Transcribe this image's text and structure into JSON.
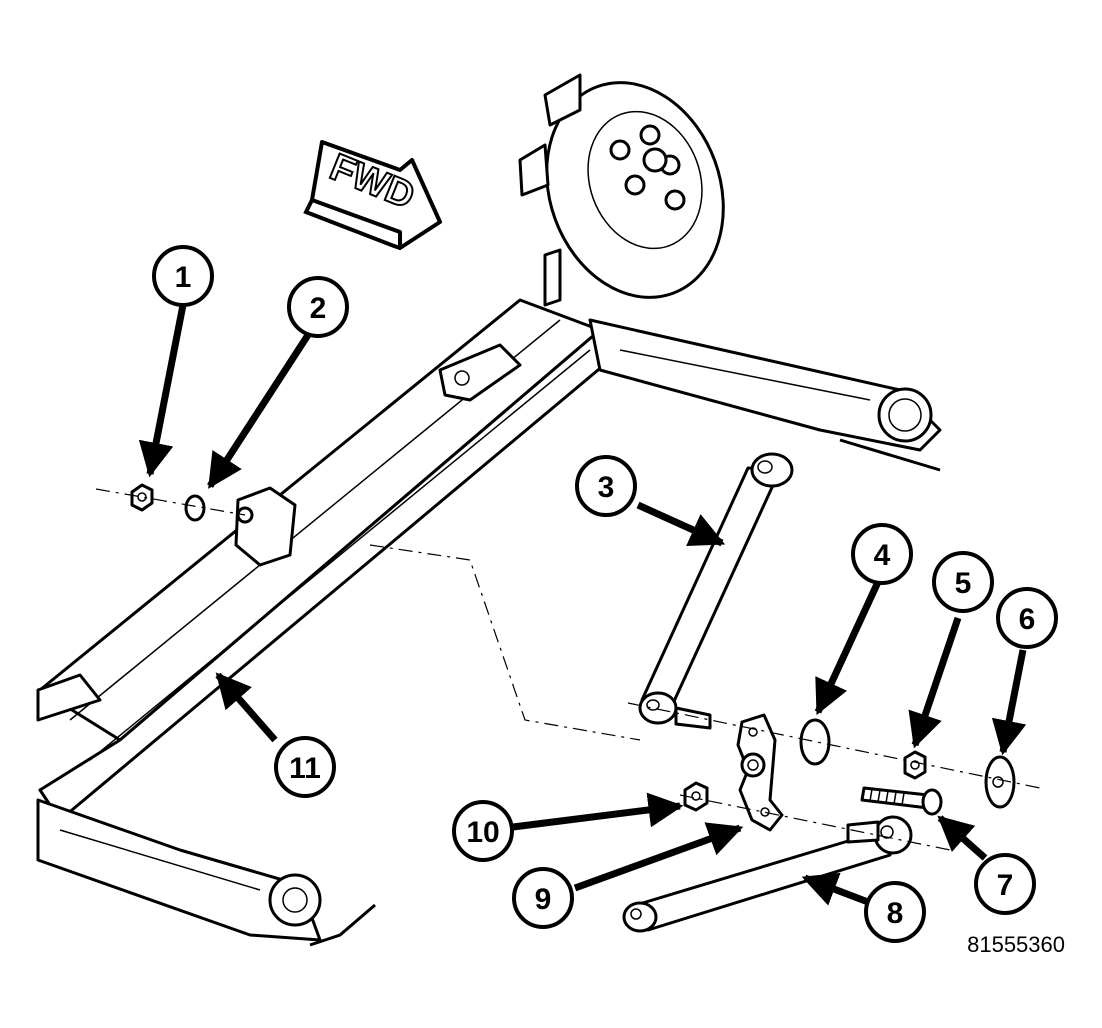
{
  "diagram": {
    "direction_label": "FWD",
    "figure_number": "81555360",
    "callouts": [
      {
        "label": "1"
      },
      {
        "label": "2"
      },
      {
        "label": "3"
      },
      {
        "label": "4"
      },
      {
        "label": "5"
      },
      {
        "label": "6"
      },
      {
        "label": "7"
      },
      {
        "label": "8"
      },
      {
        "label": "9"
      },
      {
        "label": "10"
      },
      {
        "label": "11"
      }
    ]
  }
}
